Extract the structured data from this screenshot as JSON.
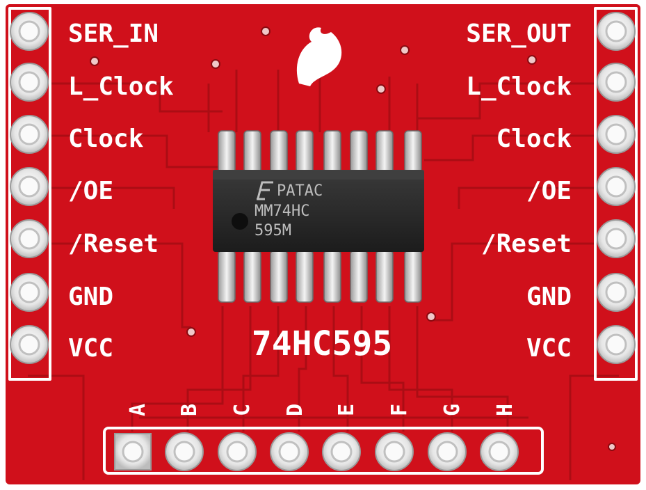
{
  "board": {
    "colors": {
      "pcb": "#d0101b",
      "pcb_dark": "#a80d14",
      "silk": "#ffffff",
      "pad": "#f2f2f2",
      "chip": "#262626",
      "pin": "#d9d9d9"
    },
    "logo_icon": "sparkfun-flame-icon",
    "left_labels": [
      "SER_IN",
      "L_Clock",
      "Clock",
      "/OE",
      "/Reset",
      "GND",
      "VCC"
    ],
    "right_labels": [
      "SER_OUT",
      "L_Clock",
      "Clock",
      "/OE",
      "/Reset",
      "GND",
      "VCC"
    ],
    "bottom_labels": [
      "A",
      "B",
      "C",
      "D",
      "E",
      "F",
      "G",
      "H"
    ],
    "board_label": "74HC595",
    "chip": {
      "logo_icon": "fairchild-f-icon",
      "line1": "PATAC",
      "line2": "MM74HC",
      "line3": "595M"
    }
  }
}
